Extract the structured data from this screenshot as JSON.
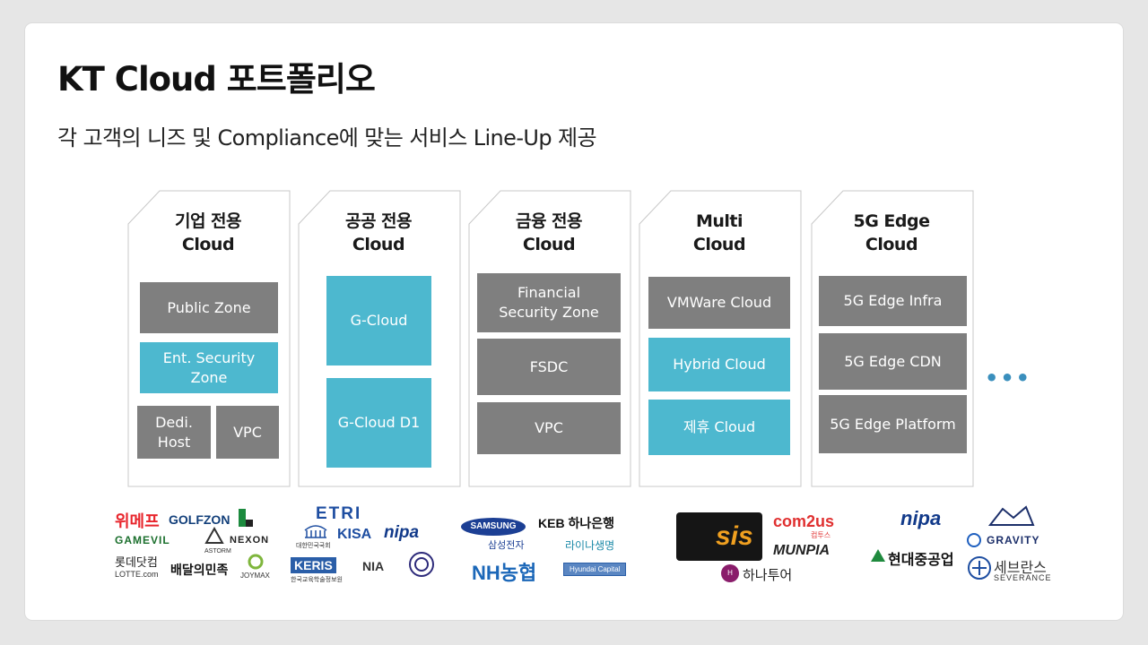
{
  "title": "KT Cloud 포트폴리오",
  "subtitle": "각 고객의 니즈 및 Compliance에 맞는 서비스 Line-Up 제공",
  "columns": [
    {
      "title_line1": "기업 전용",
      "title_line2": "Cloud",
      "boxes": [
        "Public Zone",
        "Ent. Security Zone",
        "Dedi. Host",
        "VPC"
      ]
    },
    {
      "title_line1": "공공 전용",
      "title_line2": "Cloud",
      "boxes": [
        "G-Cloud",
        "G-Cloud D1"
      ]
    },
    {
      "title_line1": "금융 전용",
      "title_line2": "Cloud",
      "boxes": [
        "Financial Security Zone",
        "FSDC",
        "VPC"
      ]
    },
    {
      "title_line1": "Multi",
      "title_line2": "Cloud",
      "boxes": [
        "VMWare Cloud",
        "Hybrid Cloud",
        "제휴 Cloud"
      ]
    },
    {
      "title_line1": "5G Edge",
      "title_line2": "Cloud",
      "boxes": [
        "5G Edge Infra",
        "5G Edge CDN",
        "5G Edge Platform"
      ]
    }
  ],
  "ellipsis": "•••",
  "logos": {
    "enterprise": [
      "위메프",
      "GOLFZON",
      "GAMEVIL",
      "NEXON",
      "ASTORM",
      "롯데닷컴",
      "LOTTE.com",
      "배달의민족",
      "JOYMAX"
    ],
    "public": [
      "ETRI",
      "KISA",
      "nipa",
      "KERIS",
      "NIA",
      "대한민국국회",
      "한국교육학술정보원"
    ],
    "finance": [
      "SAMSUNG",
      "KEB 하나은행",
      "삼성전자",
      "라이나생명",
      "NH농협",
      "Hyundai Capital"
    ],
    "multi": [
      "sis",
      "com2us",
      "MUNPIA",
      "하나투어",
      "컴투스"
    ],
    "edge": [
      "nipa",
      "GRAVITY",
      "현대중공업",
      "세브란스",
      "SEVERANCE"
    ]
  },
  "colors": {
    "gray_box": "#7f7f7f",
    "blue_box": "#4db8cf",
    "accent": "#3a8fbd"
  }
}
